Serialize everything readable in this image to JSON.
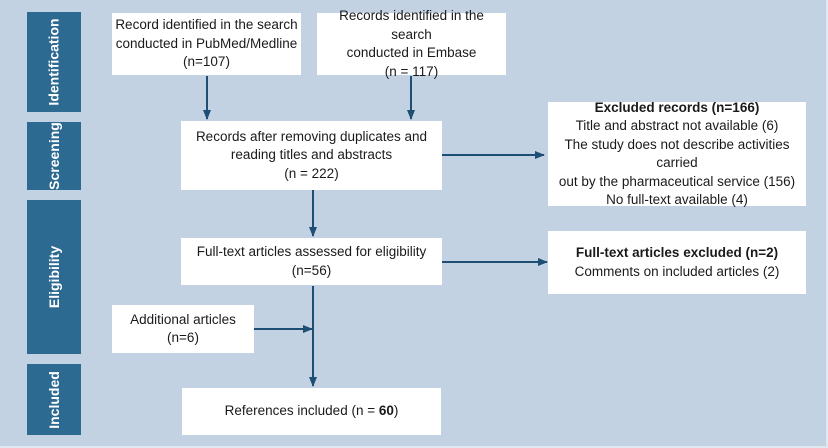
{
  "diagram": {
    "type": "PRISMA flow diagram",
    "colors": {
      "background": "#c3d2e2",
      "stage_fill": "#2d6a92",
      "box_fill": "#ffffff",
      "arrow": "#1f4e74"
    },
    "stages": [
      {
        "id": "identification",
        "label": "Identification"
      },
      {
        "id": "screening",
        "label": "Screening"
      },
      {
        "id": "eligibility",
        "label": "Eligibility"
      },
      {
        "id": "included",
        "label": "Included"
      }
    ],
    "boxes": {
      "pubmed": {
        "line1": "Record identified in the search",
        "line2": "conducted in PubMed/Medline",
        "count": "(n=107)"
      },
      "embase": {
        "line1": "Records identified in the search",
        "line2": "conducted in Embase",
        "count": "(n = 117)"
      },
      "after_duplicates": {
        "line1": "Records after removing duplicates and",
        "line2": "reading titles and abstracts",
        "count": "(n = 222)"
      },
      "excluded_records": {
        "title": "Excluded records (n=166)",
        "reasons": [
          "Title and abstract not available (6)",
          "The study does not describe activities carried",
          "out by the pharmaceutical service (156)",
          "No full-text available (4)"
        ]
      },
      "fulltext_assessed": {
        "line1": "Full-text articles assessed for eligibility",
        "count": "(n=56)"
      },
      "fulltext_excluded": {
        "title": "Full-text articles excluded (n=2)",
        "reasons": [
          "Comments on included articles (2)"
        ]
      },
      "additional": {
        "line1": "Additional articles",
        "count": "(n=6)"
      },
      "included": {
        "prefix": "References included (n = ",
        "value": "60",
        "suffix": ")"
      }
    }
  }
}
